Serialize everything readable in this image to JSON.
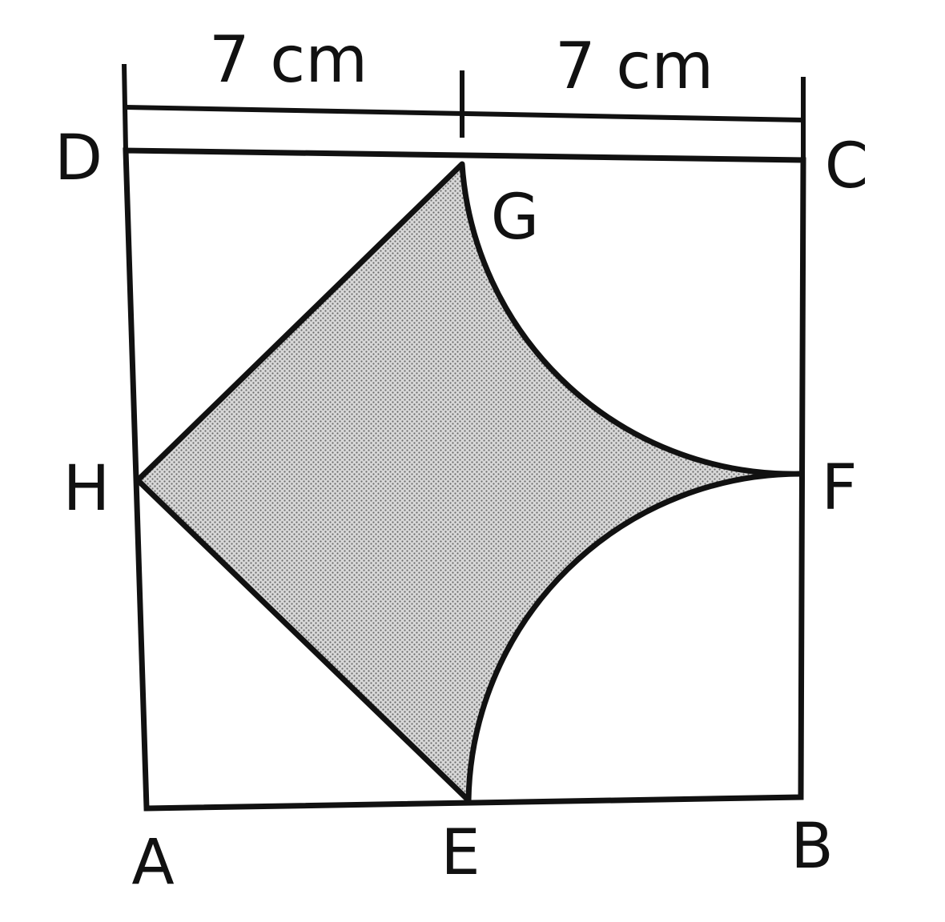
{
  "dimensions": {
    "left": "7 cm",
    "right": "7 cm"
  },
  "points": {
    "A": "A",
    "B": "B",
    "C": "C",
    "D": "D",
    "E": "E",
    "F": "F",
    "G": "G",
    "H": "H"
  },
  "colors": {
    "ink": "#111111",
    "shade": "#bdbdbd",
    "background": "#ffffff"
  }
}
